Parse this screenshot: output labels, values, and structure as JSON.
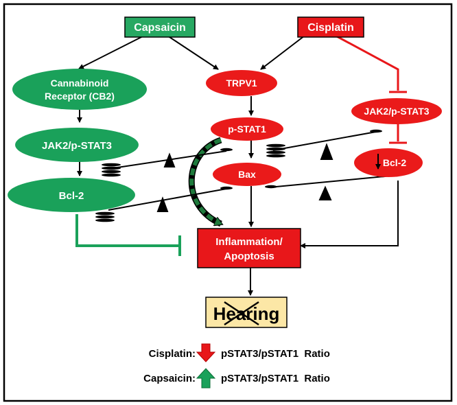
{
  "nodes": {
    "capsaicin": "Capsaicin",
    "cisplatin": "Cisplatin",
    "cb2_line1": "Cannabinoid",
    "cb2_line2": "Receptor (CB2)",
    "trpv1": "TRPV1",
    "jak2_left": "JAK2/p-STAT3",
    "pstat1": "p-STAT1",
    "jak2_right": "JAK2/p-STAT3",
    "bcl2_left": "Bcl-2",
    "bax": "Bax",
    "bcl2_right": "Bcl-2",
    "inflammation_line1": "Inflammation/",
    "inflammation_line2": "Apoptosis",
    "hearing": "Hearing"
  },
  "legend": {
    "cisplatin_label": "Cisplatin:",
    "cisplatin_ratio": "pSTAT3/pSTAT1  Ratio",
    "capsaicin_label": "Capsaicin:",
    "capsaicin_ratio": "pSTAT3/pSTAT1  Ratio"
  },
  "colors": {
    "green": "#1aa15a",
    "red": "#ea1a1a",
    "hearing_bg": "#fce7a6",
    "capsaicin_box": "#27a862",
    "cisplatin_box": "#e8171a"
  },
  "icons": {
    "down_arrow": "red-down-arrow-icon",
    "up_arrow": "green-up-arrow-icon",
    "cross": "cross-out-icon"
  }
}
